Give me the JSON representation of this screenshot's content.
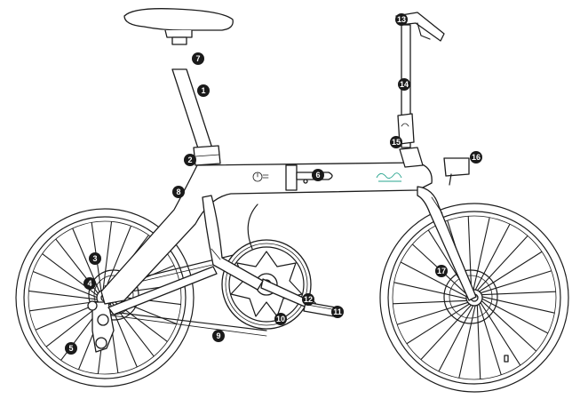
{
  "colors": {
    "line": "#1c1c1c",
    "callout_fill": "#1a1a1a",
    "callout_text": "#ffffff",
    "brand_mark": "#2aa58f"
  },
  "callouts": [
    {
      "id": "callout-1",
      "label": "1"
    },
    {
      "id": "callout-2",
      "label": "2"
    },
    {
      "id": "callout-3",
      "label": "3"
    },
    {
      "id": "callout-4",
      "label": "4"
    },
    {
      "id": "callout-5",
      "label": "5"
    },
    {
      "id": "callout-6",
      "label": "6"
    },
    {
      "id": "callout-7",
      "label": "7"
    },
    {
      "id": "callout-8",
      "label": "8"
    },
    {
      "id": "callout-9",
      "label": "9"
    },
    {
      "id": "callout-10",
      "label": "10"
    },
    {
      "id": "callout-11",
      "label": "11"
    },
    {
      "id": "callout-12",
      "label": "12"
    },
    {
      "id": "callout-13",
      "label": "13"
    },
    {
      "id": "callout-14",
      "label": "14"
    },
    {
      "id": "callout-15",
      "label": "15"
    },
    {
      "id": "callout-16",
      "label": "16"
    },
    {
      "id": "callout-17",
      "label": "17"
    }
  ],
  "icons": {
    "frame_badge": "power-switch-icon",
    "brand_mark": "brand-logo-icon"
  }
}
